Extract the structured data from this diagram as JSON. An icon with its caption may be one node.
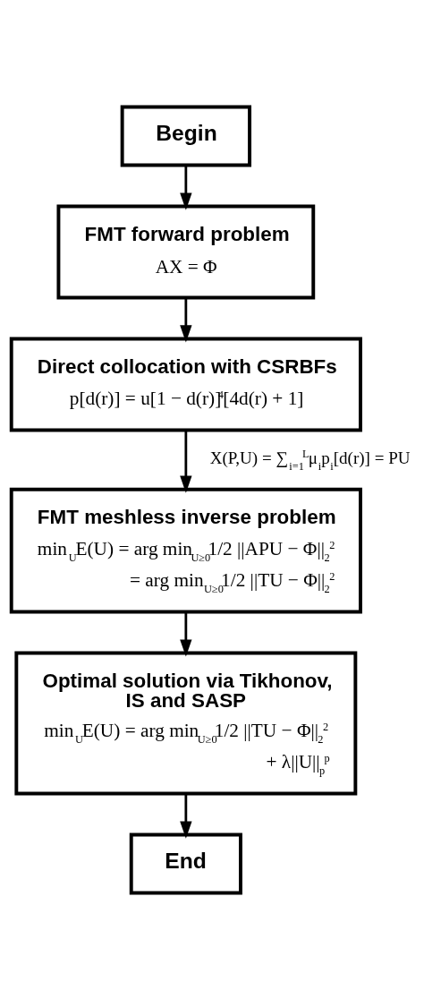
{
  "diagram": {
    "nodes": [
      {
        "text": [
          "Begin"
        ]
      },
      {
        "text": [
          "FMT forward problem",
          "AX = Φ"
        ]
      },
      {
        "text": [
          "Direct collocation with CSRBFs",
          "p[d(r)] = u[1 − d(r)]$^{4}$[4d(r) + 1]"
        ]
      },
      {
        "text": [
          "FMT meshless inverse problem",
          "min$_{U}$E(U) = arg min$_{U≥0}$1/2 ||APU − Φ||$_{2}$$^{2}$",
          "= arg min$_{U≥0}$1/2 ||TU − Φ||$_{2}$$^{2}$"
        ]
      },
      {
        "text": [
          "Optimal solution via Tikhonov, IS and SASP",
          "min$_{U}$E(U) = arg min$_{U≥0}$1/2 ||TU − Φ||$_{2}$$^{2}$",
          "+ λ||U||$_{p}$$^{p}$"
        ]
      },
      {
        "text": [
          "End"
        ]
      }
    ],
    "edges": [
      {
        "from": 0,
        "to": 1,
        "arrow": "to"
      },
      {
        "from": 1,
        "to": 2,
        "arrow": "to"
      },
      {
        "from": 2,
        "to": 3,
        "arrow": "to",
        "label": "X(P,U) = ∑$_{i=1}$$^{L}$μ$_{i}$p$_{i}$[d(r)] = PU"
      },
      {
        "from": 3,
        "to": 4,
        "arrow": "to"
      },
      {
        "from": 4,
        "to": 5,
        "arrow": "to"
      }
    ]
  }
}
